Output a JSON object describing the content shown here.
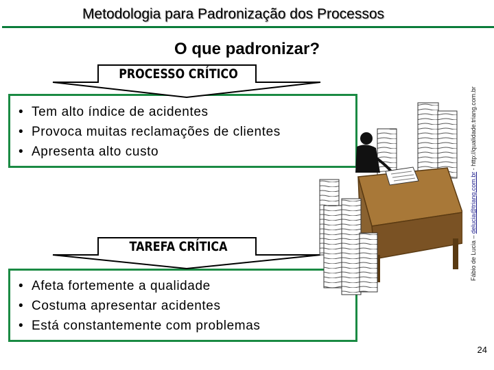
{
  "title": "Metodologia para Padronização dos Processos",
  "subtitle": "O que padronizar?",
  "processo": {
    "label": "PROCESSO CRÍTICO",
    "items": [
      "Tem alto índice de acidentes",
      "Provoca muitas reclamações de clientes",
      "Apresenta alto custo"
    ]
  },
  "tarefa": {
    "label": "TAREFA CRÍTICA",
    "items": [
      "Afeta fortemente a qualidade",
      "Costuma apresentar acidentes",
      "Está constantemente com problemas"
    ]
  },
  "credit": {
    "author": "Fábio de Lucia – ",
    "email": "delucia@triang.com.br",
    "site": " - http://qualidade.triang.com.br"
  },
  "page_number": "24",
  "colors": {
    "box_border": "#1a8a43",
    "title_rule": "#0a7c3a"
  },
  "illustration": "person-at-desk-with-paper-stacks-illustration"
}
